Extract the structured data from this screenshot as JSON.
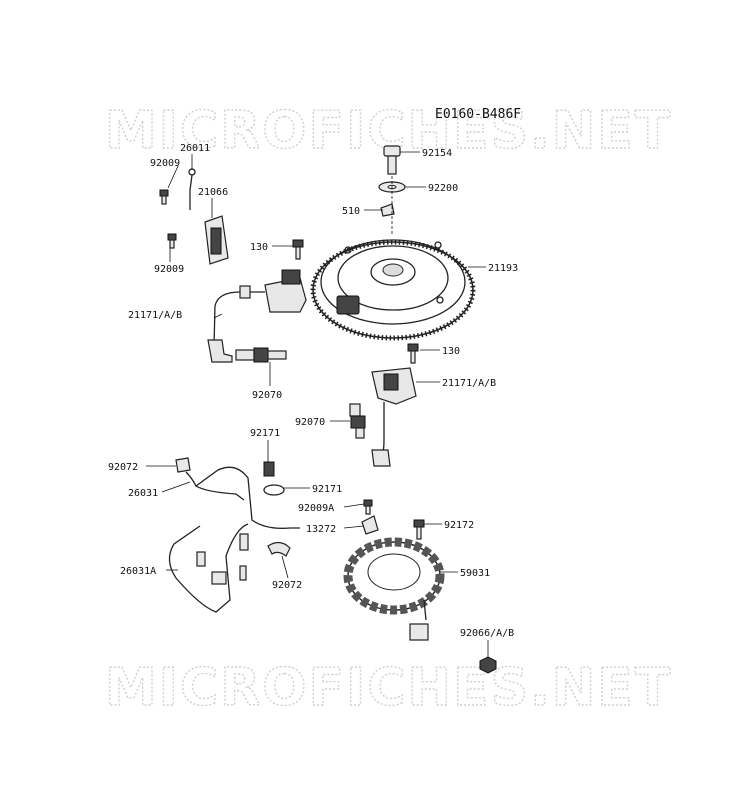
{
  "diagram_code": "E0160-B486F",
  "watermark_text": "MICROFICHES.NET",
  "callouts": {
    "c92154": "92154",
    "c92200": "92200",
    "c510": "510",
    "c21193": "21193",
    "c130a": "130",
    "c130b": "130",
    "c26011": "26011",
    "c92009a": "92009",
    "c21066": "21066",
    "c92009b": "92009",
    "c21171a": "21171/A/B",
    "c21171b": "21171/A/B",
    "c92070a": "92070",
    "c92070b": "92070",
    "c92171a": "92171",
    "c92171b": "92171",
    "c92072a": "92072",
    "c92072b": "92072",
    "c26031": "26031",
    "c26031A": "26031A",
    "c92009A": "92009A",
    "c13272": "13272",
    "c92172": "92172",
    "c59031": "59031",
    "c92066": "92066/A/B"
  },
  "colors": {
    "line": "#222222",
    "watermark": "#cfcfcf",
    "text": "#111111"
  }
}
